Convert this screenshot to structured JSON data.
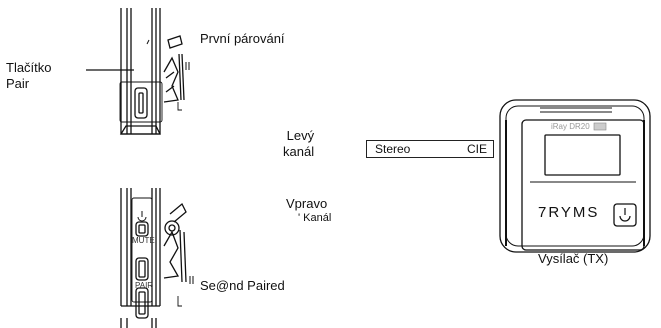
{
  "labels": {
    "pair_button": "Tlačítko\nPair",
    "first_pairing": "První párování",
    "left_channel": "Levý\nkanál",
    "right_channel": "Vpravo",
    "right_channel_sub": "' Kanál",
    "second_paired": "Se@nd Paired",
    "transmitter": "Vysílač (TX)"
  },
  "mode_selector": {
    "left": "Stereo",
    "right": "CIE"
  },
  "device_text": {
    "brand": "7RYMS",
    "model": "iRay DR20",
    "mute": "MUTE",
    "pair": "PAIR"
  },
  "icons": {
    "power": "power-icon"
  }
}
